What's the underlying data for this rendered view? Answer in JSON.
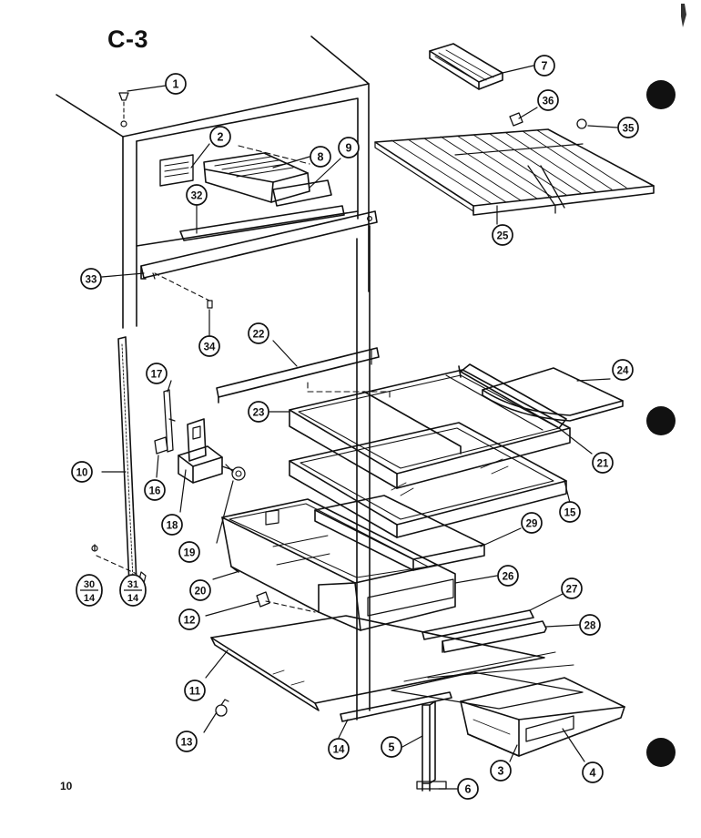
{
  "diagram": {
    "title": "C-3",
    "page_number": "10",
    "callouts": [
      {
        "id": "c1",
        "label": "1"
      },
      {
        "id": "c2",
        "label": "2"
      },
      {
        "id": "c7",
        "label": "7"
      },
      {
        "id": "c8",
        "label": "8"
      },
      {
        "id": "c9",
        "label": "9"
      },
      {
        "id": "c36",
        "label": "36"
      },
      {
        "id": "c35",
        "label": "35"
      },
      {
        "id": "c32",
        "label": "32"
      },
      {
        "id": "c25",
        "label": "25"
      },
      {
        "id": "c33",
        "label": "33"
      },
      {
        "id": "c34",
        "label": "34"
      },
      {
        "id": "c22",
        "label": "22"
      },
      {
        "id": "c24",
        "label": "24"
      },
      {
        "id": "c23",
        "label": "23"
      },
      {
        "id": "c17",
        "label": "17"
      },
      {
        "id": "c10",
        "label": "10"
      },
      {
        "id": "c21",
        "label": "21"
      },
      {
        "id": "c16",
        "label": "16"
      },
      {
        "id": "c15",
        "label": "15"
      },
      {
        "id": "c18",
        "label": "18"
      },
      {
        "id": "c19",
        "label": "19"
      },
      {
        "id": "c29",
        "label": "29"
      },
      {
        "id": "c26",
        "label": "26"
      },
      {
        "id": "c20",
        "label": "20"
      },
      {
        "id": "c27",
        "label": "27"
      },
      {
        "id": "c12",
        "label": "12"
      },
      {
        "id": "c28",
        "label": "28"
      },
      {
        "id": "c11",
        "label": "11"
      },
      {
        "id": "c13",
        "label": "13"
      },
      {
        "id": "c14",
        "label": "14"
      },
      {
        "id": "c5",
        "label": "5"
      },
      {
        "id": "c3",
        "label": "3"
      },
      {
        "id": "c4",
        "label": "4"
      },
      {
        "id": "c6",
        "label": "6"
      }
    ],
    "fractions": [
      {
        "id": "f30",
        "num": "30",
        "den": "14"
      },
      {
        "id": "f31",
        "num": "31",
        "den": "14"
      }
    ]
  }
}
